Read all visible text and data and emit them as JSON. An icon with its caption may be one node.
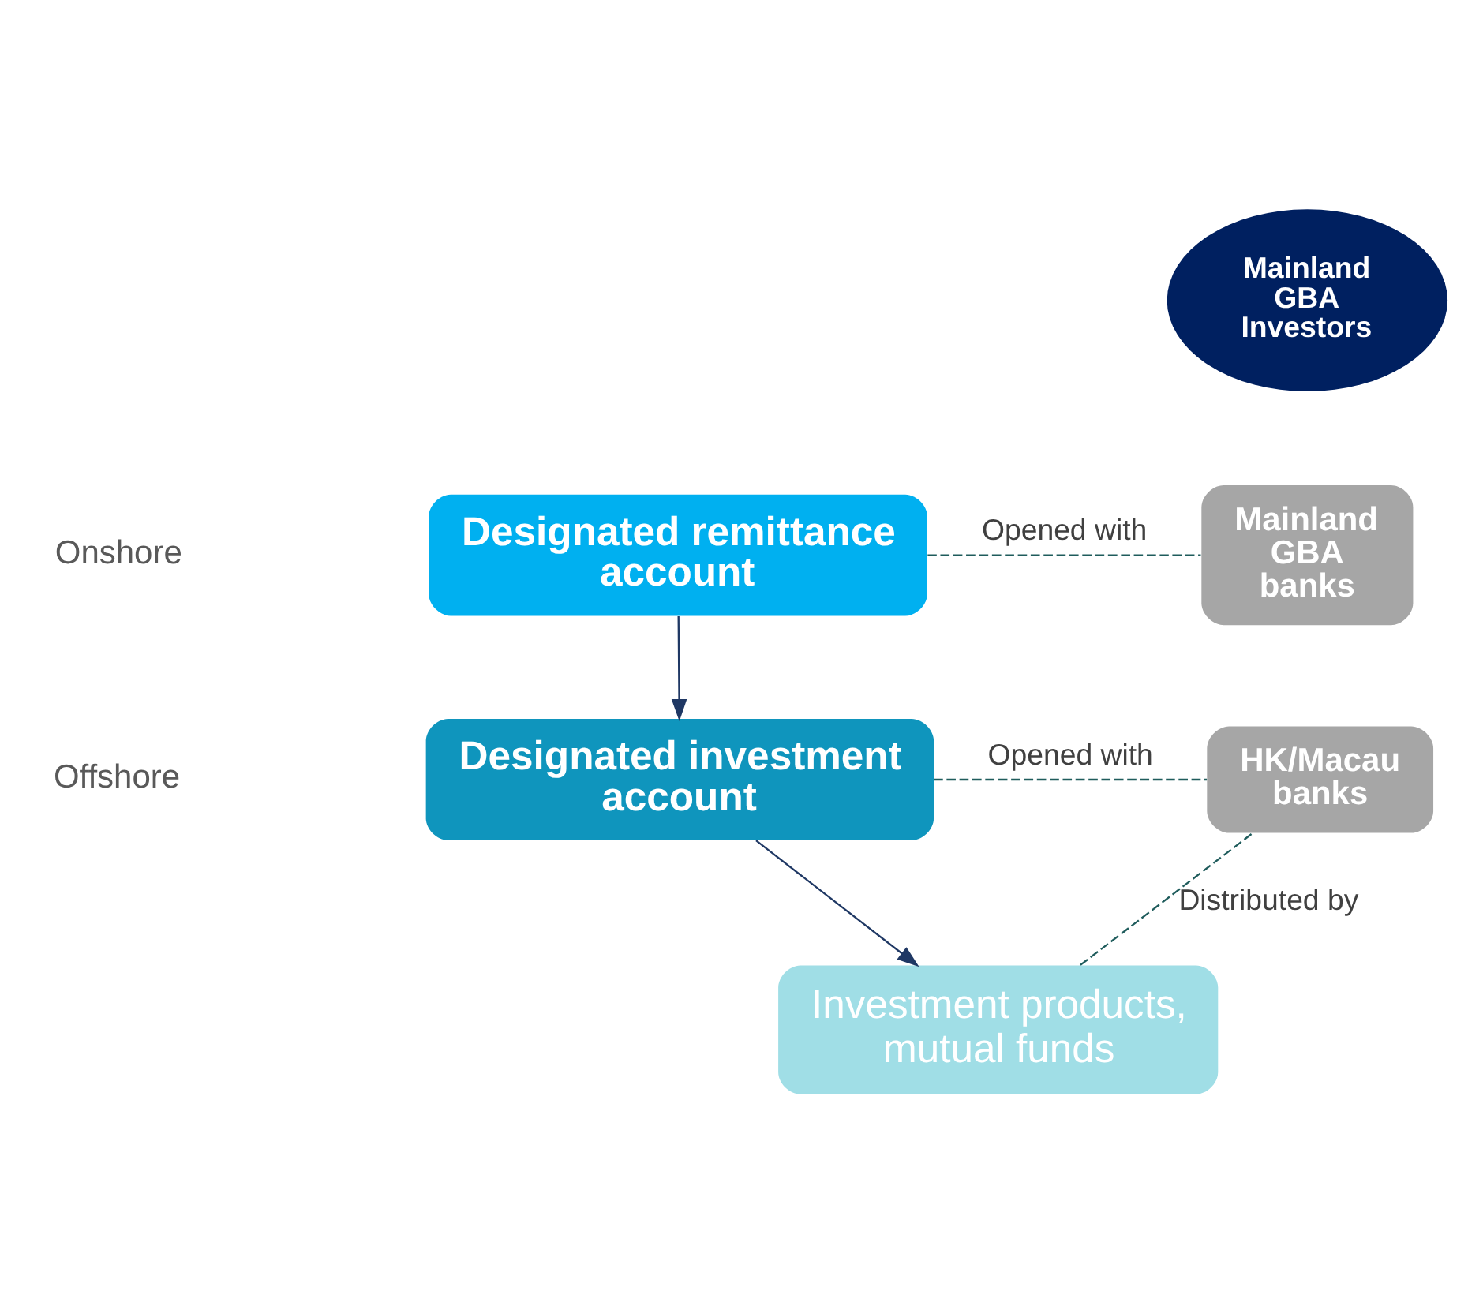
{
  "diagram": {
    "nodes": [
      {
        "text": [
          "Mainland GBA Investors"
        ]
      },
      {
        "text": [
          "Designated remittance account"
        ]
      },
      {
        "text": [
          "Mainland GBA banks"
        ]
      },
      {
        "text": [
          "Designated investment account"
        ]
      },
      {
        "text": [
          "HK/Macau banks"
        ]
      },
      {
        "text": [
          "Investment products, mutual funds"
        ]
      }
    ],
    "edges": [
      {
        "from": 1,
        "to": 2,
        "arrow": "none",
        "style": "dashed",
        "label": "Opened with"
      },
      {
        "from": 1,
        "to": 3,
        "arrow": "to",
        "color": "#1f3864"
      },
      {
        "from": 3,
        "to": 4,
        "arrow": "none",
        "style": "dashed",
        "label": "Opened with"
      },
      {
        "from": 3,
        "to": 5,
        "arrow": "to",
        "color": "#1f3864"
      },
      {
        "from": 5,
        "to": 4,
        "arrow": "none",
        "style": "dashed",
        "label": "Distributed by"
      }
    ],
    "labels": [
      "Onshore",
      "Offshore"
    ]
  }
}
